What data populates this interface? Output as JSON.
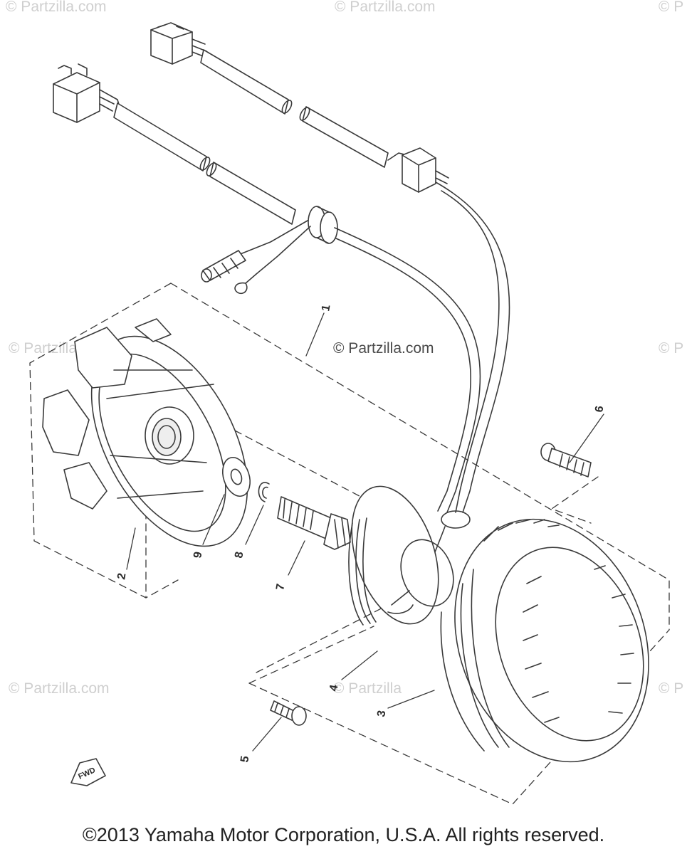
{
  "watermarks": {
    "text": "© Partzilla.com",
    "text_partial_right": "© P",
    "text_partial_bottom": "© Partzilla"
  },
  "callouts": [
    "1",
    "2",
    "3",
    "4",
    "5",
    "6",
    "7",
    "8",
    "9"
  ],
  "front_mark_text": "FWD",
  "copyright": "©2013 Yamaha Motor Corporation, U.S.A. All rights reserved.",
  "colors": {
    "line": "#3a3a3a",
    "watermark": "#cfcfcf",
    "background": "#ffffff"
  }
}
